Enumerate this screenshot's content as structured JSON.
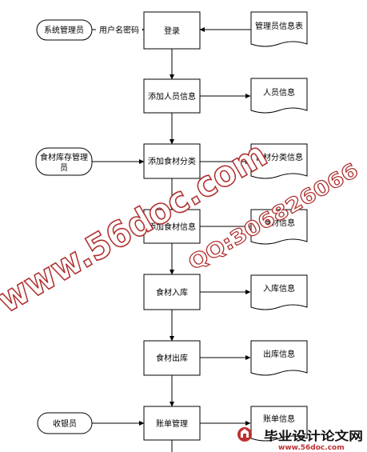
{
  "actors": {
    "system_admin": "系统管理员",
    "food_storage_admin": "食材库存管理员",
    "cashier": "收银员"
  },
  "edge_labels": {
    "username_password": "用户名密码"
  },
  "processes": {
    "login": "登录",
    "add_staff_info": "添加人员信息",
    "add_food_category": "添加食材分类",
    "add_food_info": "添加食材信息",
    "food_stock_in": "食材入库",
    "food_stock_out": "食材出库",
    "bill_management": "账单管理"
  },
  "documents": {
    "admin_info_table": "管理员信息表",
    "staff_info": "人员信息",
    "food_category_info": "食材分类信息",
    "food_info": "食材信息",
    "stock_in_info": "入库信息",
    "stock_out_info": "出库信息",
    "bill_info": "账单信息"
  },
  "watermarks": {
    "site": "www.56doc.com",
    "qq": "QQ:306826066",
    "footer_brand": "毕业设计论文网",
    "footer_url": "www.56doc.com"
  },
  "colors": {
    "line": "#000000",
    "watermark_fill": "#ffffff",
    "watermark_stroke": "#b03030"
  }
}
